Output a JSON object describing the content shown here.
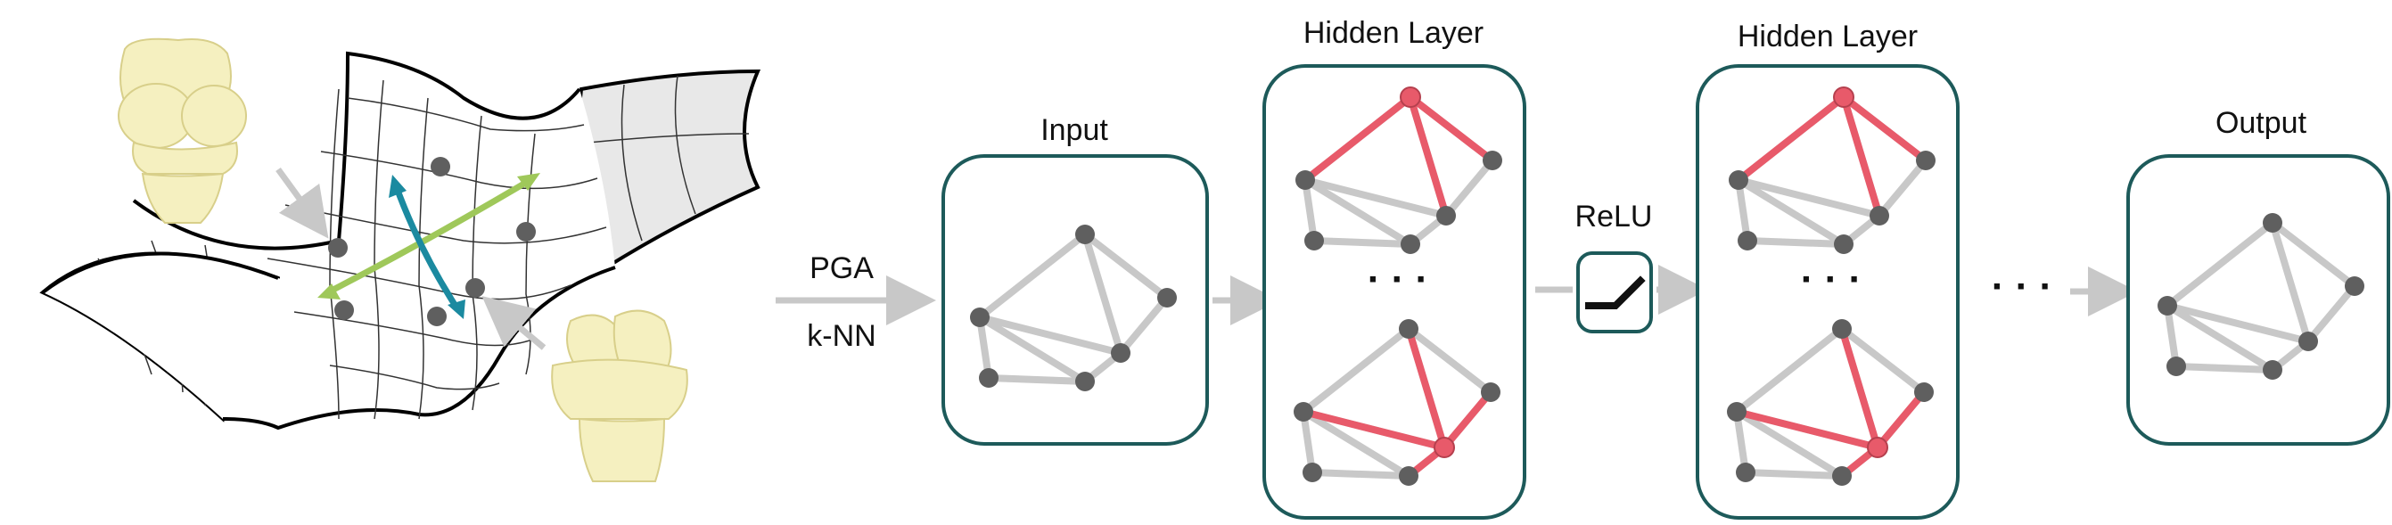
{
  "labels": {
    "pga": "PGA",
    "knn": "k-NN",
    "input": "Input",
    "hidden1": "Hidden Layer",
    "hidden2": "Hidden Layer",
    "relu": "ReLU",
    "output": "Output",
    "ellipsis_layer1": "· · ·",
    "ellipsis_layer2": "· · ·",
    "ellipsis_between": "· · ·"
  },
  "colors": {
    "box_stroke": "#1d5a5a",
    "edge_gray": "#c8c8c8",
    "edge_red": "#e85a6a",
    "node_gray": "#5f5f5f",
    "node_red": "#e85a6a",
    "arrow_gray": "#c8c8c8",
    "arrow_green": "#9fc85a",
    "arrow_teal": "#1b8aa0",
    "bone": "#f5f0c0",
    "surface_side": "#e8e8e8"
  },
  "icons": {
    "manifold": "curved-manifold-surface",
    "knee_top": "knee-bone-icon",
    "knee_bottom": "knee-bone-icon",
    "relu": "relu-activation-icon"
  }
}
